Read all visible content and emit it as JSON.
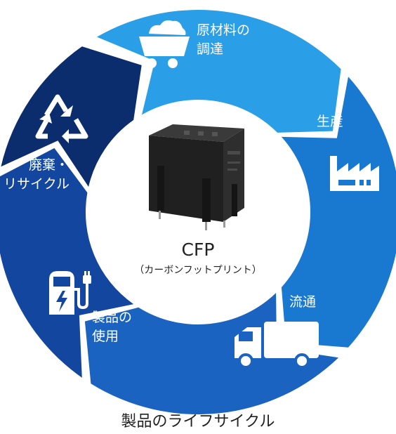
{
  "stages": [
    {
      "id": "procurement",
      "label_line1": "原材料の",
      "label_line2": "調達",
      "icon": "mine-cart-icon",
      "color": "#2a9ee6"
    },
    {
      "id": "production",
      "label_line1": "生産",
      "label_line2": "",
      "icon": "factory-icon",
      "color": "#1978cf"
    },
    {
      "id": "distribution",
      "label_line1": "流通",
      "label_line2": "",
      "icon": "truck-icon",
      "color": "#1a63c0"
    },
    {
      "id": "use",
      "label_line1": "製品の",
      "label_line2": "使用",
      "icon": "ev-charger-icon",
      "color": "#13479f"
    },
    {
      "id": "disposal",
      "label_line1": "廃棄・",
      "label_line2": "リサイクル",
      "icon": "recycle-icon",
      "color": "#0b2c6d"
    }
  ],
  "center": {
    "title": "CFP",
    "subtitle": "（カーボンフットプリント）",
    "product_icon": "relay-icon"
  },
  "caption": "製品のライフサイクル"
}
